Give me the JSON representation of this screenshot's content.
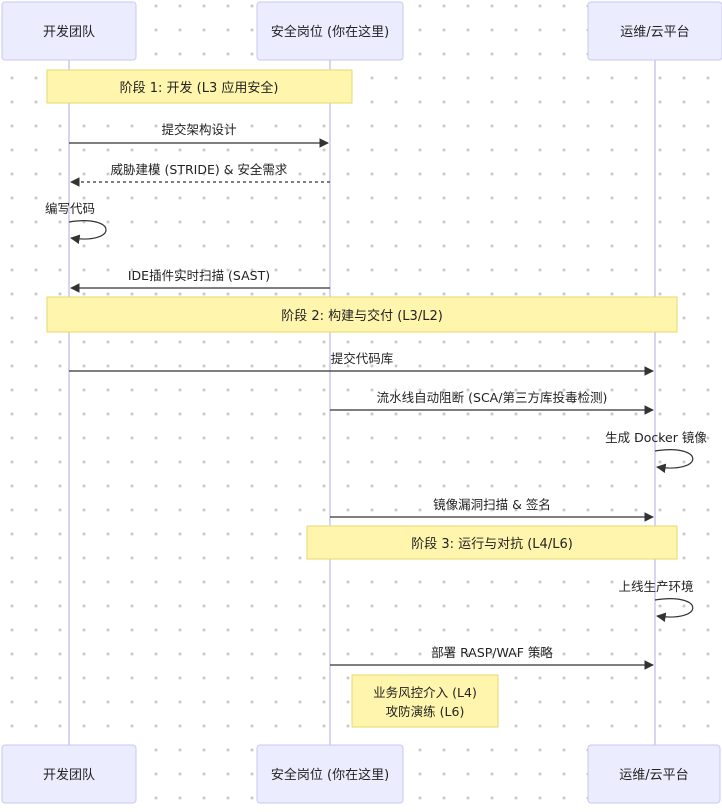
{
  "participants": [
    {
      "id": "dev",
      "label": "开发团队"
    },
    {
      "id": "sec",
      "label": "安全岗位 (你在这里)"
    },
    {
      "id": "ops",
      "label": "运维/云平台"
    }
  ],
  "phases": [
    {
      "label": "阶段 1: 开发 (L3 应用安全)"
    },
    {
      "label": "阶段 2: 构建与交付 (L3/L2)"
    },
    {
      "label": "阶段 3: 运行与对抗 (L4/L6)"
    }
  ],
  "messages": [
    {
      "from": "dev",
      "to": "sec",
      "label": "提交架构设计",
      "style": "solid"
    },
    {
      "from": "sec",
      "to": "dev",
      "label": "威胁建模 (STRIDE) & 安全需求",
      "style": "dashed"
    },
    {
      "from": "dev",
      "to": "dev",
      "label": "编写代码",
      "style": "self"
    },
    {
      "from": "sec",
      "to": "dev",
      "label": "IDE插件实时扫描 (SAST)",
      "style": "solid"
    },
    {
      "from": "dev",
      "to": "ops",
      "label": "提交代码库",
      "style": "solid"
    },
    {
      "from": "sec",
      "to": "ops",
      "label": "流水线自动阻断 (SCA/第三方库投毒检测)",
      "style": "solid"
    },
    {
      "from": "ops",
      "to": "ops",
      "label": "生成 Docker 镜像",
      "style": "self"
    },
    {
      "from": "sec",
      "to": "ops",
      "label": "镜像漏洞扫描 & 签名",
      "style": "solid"
    },
    {
      "from": "ops",
      "to": "ops",
      "label": "上线生产环境",
      "style": "self"
    },
    {
      "from": "sec",
      "to": "ops",
      "label": "部署 RASP/WAF 策略",
      "style": "solid"
    }
  ],
  "note": {
    "lines": [
      "业务风控介入 (L4)",
      "攻防演练 (L6)"
    ]
  },
  "colors": {
    "actor_fill": "#ECECFF",
    "actor_stroke": "#C9C9F0",
    "note_fill": "#FFF5AD",
    "note_stroke": "#E6D96C",
    "line": "#333333",
    "lifeline": "#C8C8EE",
    "text": "#222222",
    "dot": "#C8C8C8"
  }
}
